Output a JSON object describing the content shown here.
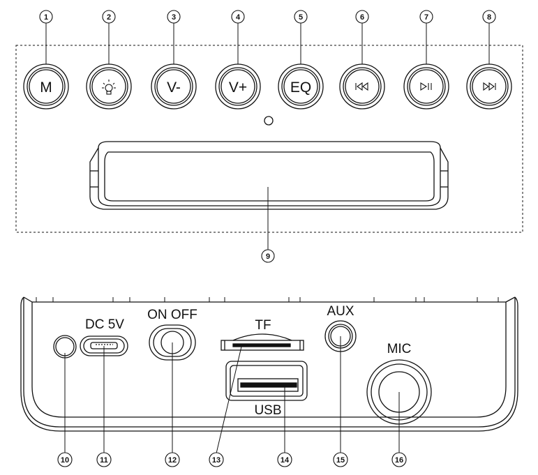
{
  "top_panel": {
    "buttons": [
      {
        "number": "1",
        "label": "M",
        "icon": "text"
      },
      {
        "number": "2",
        "label": "",
        "icon": "light-bulb-icon"
      },
      {
        "number": "3",
        "label": "V-",
        "icon": "text"
      },
      {
        "number": "4",
        "label": "V+",
        "icon": "text"
      },
      {
        "number": "5",
        "label": "EQ",
        "icon": "text"
      },
      {
        "number": "6",
        "label": "",
        "icon": "previous-track-icon"
      },
      {
        "number": "7",
        "label": "",
        "icon": "play-pause-icon"
      },
      {
        "number": "8",
        "label": "",
        "icon": "next-track-icon"
      }
    ],
    "handle_number": "9"
  },
  "back_panel": {
    "labels": {
      "dc": "DC 5V",
      "power": "ON OFF",
      "tf": "TF",
      "aux": "AUX",
      "usb": "USB",
      "mic": "MIC"
    },
    "numbers": [
      "10",
      "11",
      "12",
      "13",
      "14",
      "15",
      "16"
    ]
  }
}
